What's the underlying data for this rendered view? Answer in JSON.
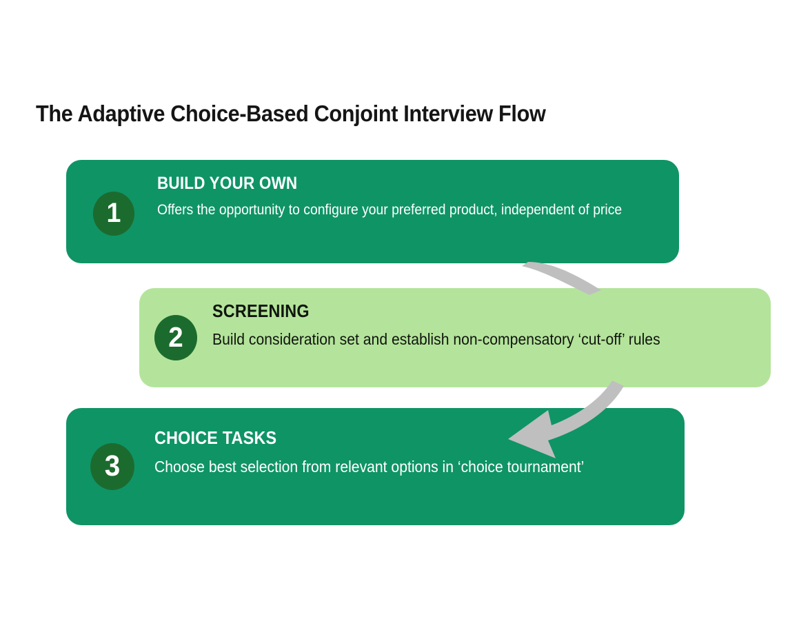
{
  "page": {
    "title": "The Adaptive Choice-Based Conjoint Interview Flow",
    "background_color": "#FFFFFF"
  },
  "colors": {
    "dark_green": "#0F9466",
    "light_green": "#B4E49B",
    "badge_green": "#1C6B2E",
    "arrow_gray": "#BFBFBF",
    "title_text": "#151515",
    "light_box_text": "#10150F",
    "dark_box_text": "#FFFFFF"
  },
  "steps": [
    {
      "number": "1",
      "heading": "BUILD YOUR OWN",
      "description": "Offers the opportunity to configure your preferred product, independent of price",
      "style": "dark"
    },
    {
      "number": "2",
      "heading": "SCREENING",
      "description": "Build consideration set and establish non-compensatory ‘cut-off’ rules",
      "style": "light"
    },
    {
      "number": "3",
      "heading": "CHOICE TASKS",
      "description": "Choose best selection from relevant options in ‘choice tournament’",
      "style": "dark"
    }
  ],
  "arrows": [
    {
      "name": "arrow-step1-to-step2",
      "from": "1",
      "to": "2",
      "has_arrowhead": false
    },
    {
      "name": "arrow-step2-to-step3",
      "from": "2",
      "to": "3",
      "has_arrowhead": true
    }
  ]
}
